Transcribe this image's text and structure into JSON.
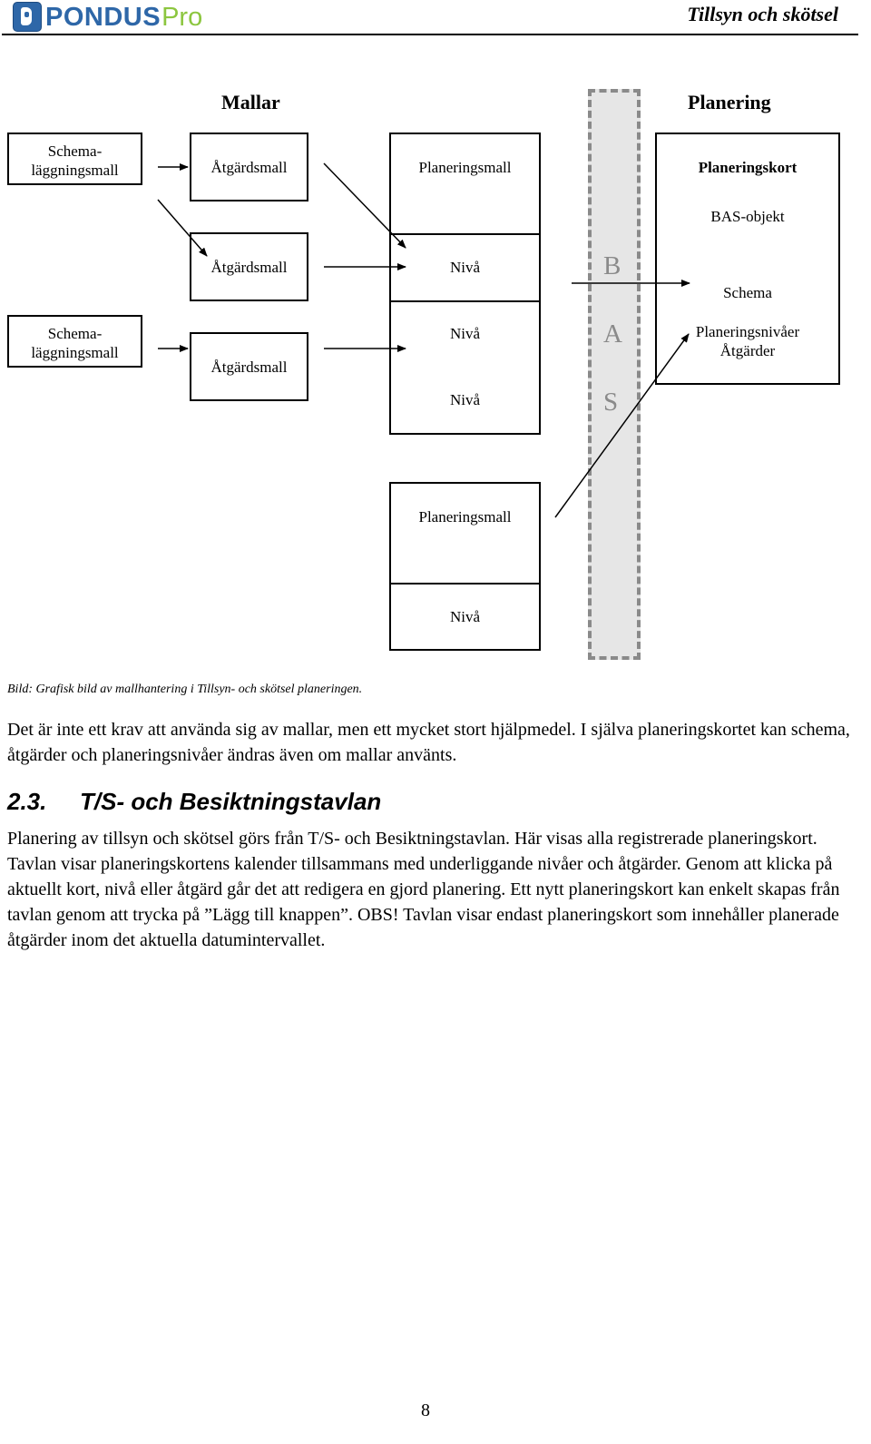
{
  "header": {
    "logo_brand": "PONDUS",
    "logo_suffix": "Pro",
    "title": "Tillsyn och skötsel"
  },
  "diagram": {
    "heading_left": "Mallar",
    "heading_right": "Planering",
    "schema_box_1": "Schema-\nläggningsmall",
    "schema_box_2": "Schema-\nläggningsmall",
    "atgard_box_1": "Åtgärdsmall",
    "atgard_box_2": "Åtgärdsmall",
    "atgard_box_3": "Åtgärdsmall",
    "plan_1": {
      "title": "Planeringsmall",
      "levels": [
        "Nivå",
        "Nivå",
        "Nivå"
      ]
    },
    "plan_2": {
      "title": "Planeringsmall",
      "level": "Nivå"
    },
    "bas_letters": [
      "B",
      "A",
      "S"
    ],
    "planeringskort": {
      "title": "Planeringskort",
      "bas_objekt": "BAS-objekt",
      "schema": "Schema",
      "nivaer": "Planeringsnivåer",
      "atgarder": "Åtgärder"
    }
  },
  "caption": "Bild: Grafisk bild av mallhantering i Tillsyn- och skötsel planeringen.",
  "paragraph_1": "Det är inte ett krav att använda sig av mallar, men ett mycket stort hjälpmedel. I själva planeringskortet kan schema, åtgärder och planeringsnivåer ändras även om mallar använts.",
  "section": {
    "number": "2.3.",
    "title": "T/S- och Besiktningstavlan"
  },
  "paragraph_2": "Planering av tillsyn och skötsel görs från T/S- och Besiktningstavlan. Här visas alla registrerade planeringskort. Tavlan visar planeringskortens kalender tillsammans med underliggande nivåer och åtgärder. Genom att klicka på aktuellt kort, nivå eller åtgärd går det att redigera en gjord planering. Ett nytt planeringskort kan enkelt skapas från tavlan genom att trycka på ”Lägg till knappen”.  OBS! Tavlan visar endast planeringskort som innehåller planerade åtgärder inom det aktuella datumintervallet.",
  "page_number": "8"
}
